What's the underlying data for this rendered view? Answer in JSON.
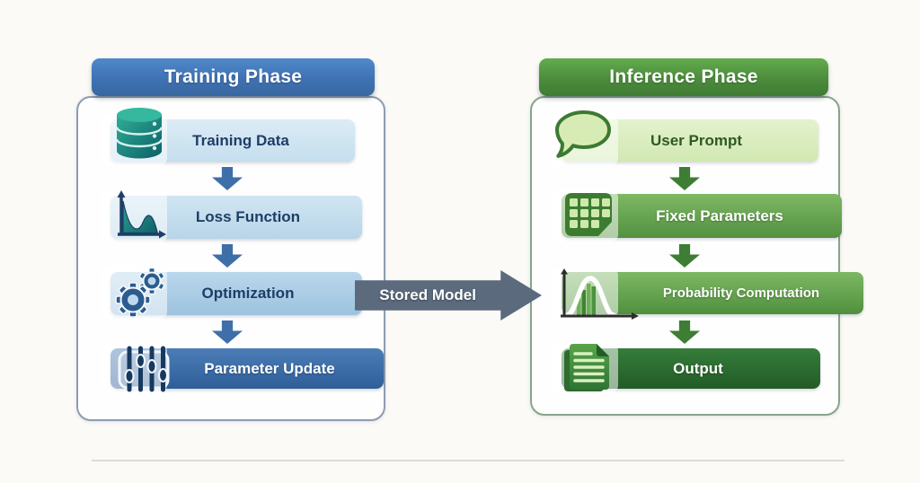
{
  "training": {
    "header": "Training Phase",
    "accent_color": "#3f72b4",
    "steps": [
      {
        "label": "Training Data",
        "icon": "database-icon"
      },
      {
        "label": "Loss Function",
        "icon": "loss-curve-icon"
      },
      {
        "label": "Optimization",
        "icon": "gears-icon"
      },
      {
        "label": "Parameter Update",
        "icon": "sliders-icon"
      }
    ]
  },
  "inference": {
    "header": "Inference Phase",
    "accent_color": "#4c8c3c",
    "steps": [
      {
        "label": "User Prompt",
        "icon": "speech-bubble-icon"
      },
      {
        "label": "Fixed Parameters",
        "icon": "grid-icon"
      },
      {
        "label": "Probability Computation",
        "icon": "bell-curve-icon"
      },
      {
        "label": "Output",
        "icon": "document-icon"
      }
    ]
  },
  "connector": {
    "label": "Stored Model",
    "color": "#5b6a7c"
  }
}
